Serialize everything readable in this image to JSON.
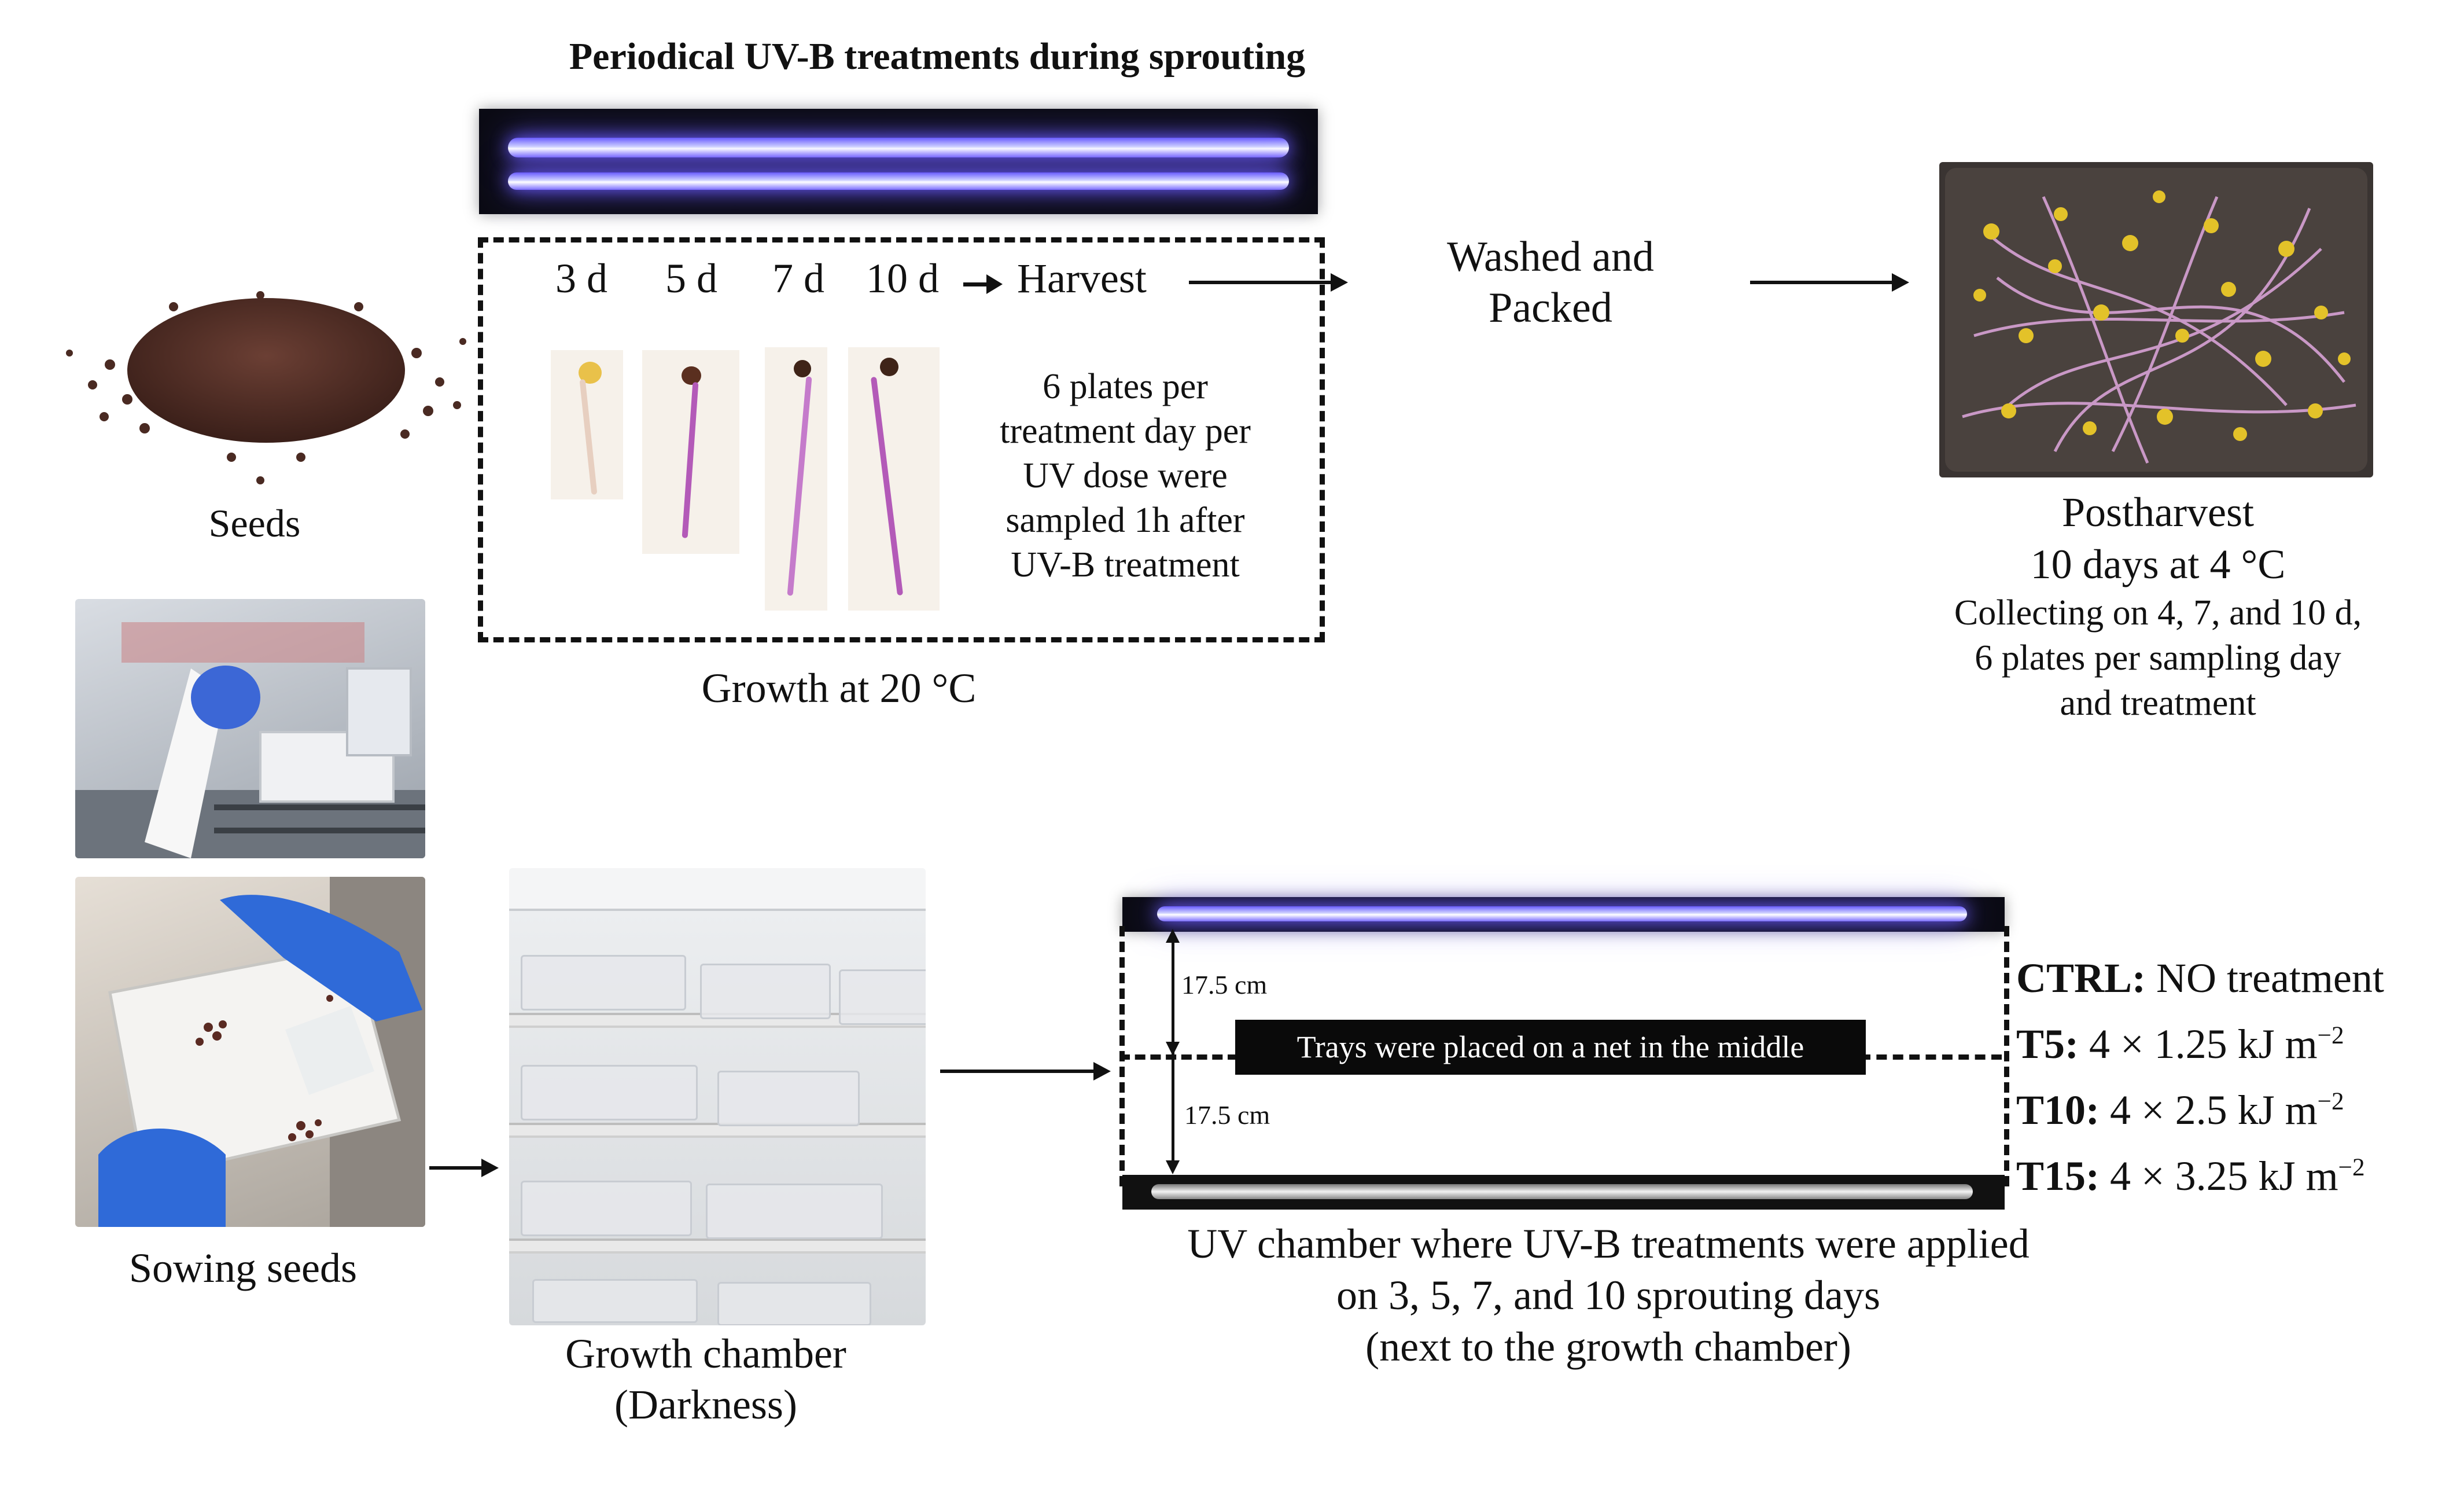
{
  "top_title": "Periodical UV-B treatments during sprouting",
  "seeds_label": "Seeds",
  "days": [
    "3 d",
    "5 d",
    "7 d",
    "10 d"
  ],
  "harvest_label": "Harvest",
  "sampling_note": [
    "6 plates per",
    "treatment day per",
    "UV dose were",
    "sampled 1h after",
    "UV-B treatment"
  ],
  "growth_label": "Growth at 20 °C",
  "washed_label": [
    "Washed and",
    "Packed"
  ],
  "postharvest": {
    "title": "Postharvest",
    "line2": "10 days at 4 °C",
    "line3": "Collecting on 4, 7, and 10 d,",
    "line4": "6 plates per sampling day",
    "line5": "and treatment"
  },
  "sowing_label": "Sowing seeds",
  "growth_chamber": [
    "Growth chamber",
    "(Darkness)"
  ],
  "distance_top": "17.5 cm",
  "distance_bottom": "17.5 cm",
  "tray_note": "Trays were placed on a net in the middle",
  "uv_chamber_caption": [
    "UV chamber where UV-B treatments were applied",
    "on 3, 5, 7, and 10 sprouting days",
    "(next to the growth chamber)"
  ],
  "treatments": [
    {
      "code": "CTRL:",
      "desc": "NO treatment",
      "unit": "",
      "exp": ""
    },
    {
      "code": "T5:",
      "desc": "4 × 1.25 kJ m",
      "unit": "",
      "exp": "−2"
    },
    {
      "code": "T10:",
      "desc": "4 × 2.5 kJ m",
      "unit": "",
      "exp": "−2"
    },
    {
      "code": "T15:",
      "desc": "4 × 3.25 kJ m",
      "unit": "",
      "exp": "−2"
    }
  ],
  "colors": {
    "uv_glow": "#6b5cff",
    "stem_purple": "#b35ab8",
    "seed_brown": "#4a2a22",
    "dash": "#111111"
  }
}
